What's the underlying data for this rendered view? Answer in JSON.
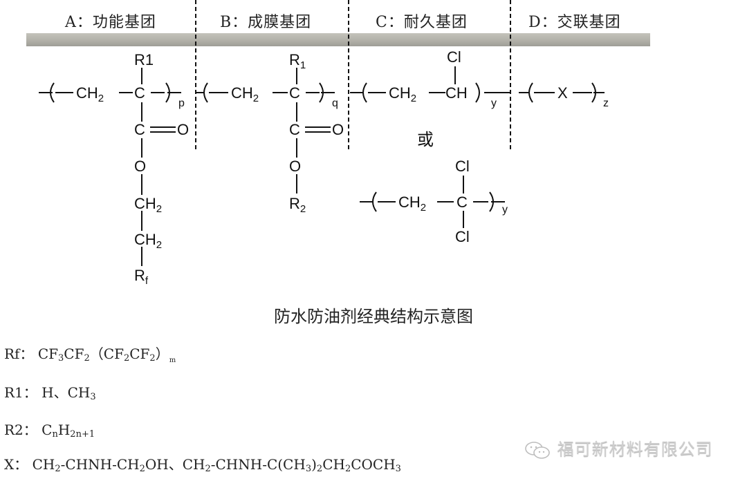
{
  "header": {
    "groups": [
      {
        "label": "A：功能基团"
      },
      {
        "label": "B：成膜基团"
      },
      {
        "label": "C：耐久基团"
      },
      {
        "label": "D：交联基团"
      }
    ]
  },
  "structure": {
    "segment_a": {
      "substituent_top": "R1",
      "backbone_left": "CH2",
      "center": "C",
      "subscript": "p",
      "carbonyl": "C",
      "carbonyl_o": "O",
      "ester_o": "O",
      "chain": [
        "CH2",
        "CH2"
      ],
      "terminal": "Rf"
    },
    "segment_b": {
      "substituent_top": "R1",
      "backbone_left": "CH2",
      "center": "C",
      "subscript": "q",
      "carbonyl": "C",
      "carbonyl_o": "O",
      "ester_o": "O",
      "terminal": "R2"
    },
    "segment_c": {
      "substituent_top": "Cl",
      "backbone_left": "CH2",
      "center": "CH",
      "subscript": "y",
      "or_label": "或",
      "alt": {
        "top": "Cl",
        "backbone_left": "CH2",
        "center": "C",
        "bottom": "Cl",
        "subscript": "y"
      }
    },
    "segment_d": {
      "center": "X",
      "subscript": "z"
    }
  },
  "caption": "防水防油剂经典结构示意图",
  "definitions": {
    "rf": {
      "label": "Rf：",
      "formula": "CF3CF2（CF2CF2）m"
    },
    "r1": {
      "label": "R1：",
      "formula": "H、CH3"
    },
    "r2": {
      "label": "R2：",
      "formula": "CnH2n+1"
    },
    "x": {
      "label": "X：",
      "formula": "CH2-CHNH-CH2OH、CH2-CHNH-C(CH3)2CH2COCH3"
    }
  },
  "watermark": {
    "text": "福可新材料有限公司",
    "icon": "wechat-icon"
  }
}
